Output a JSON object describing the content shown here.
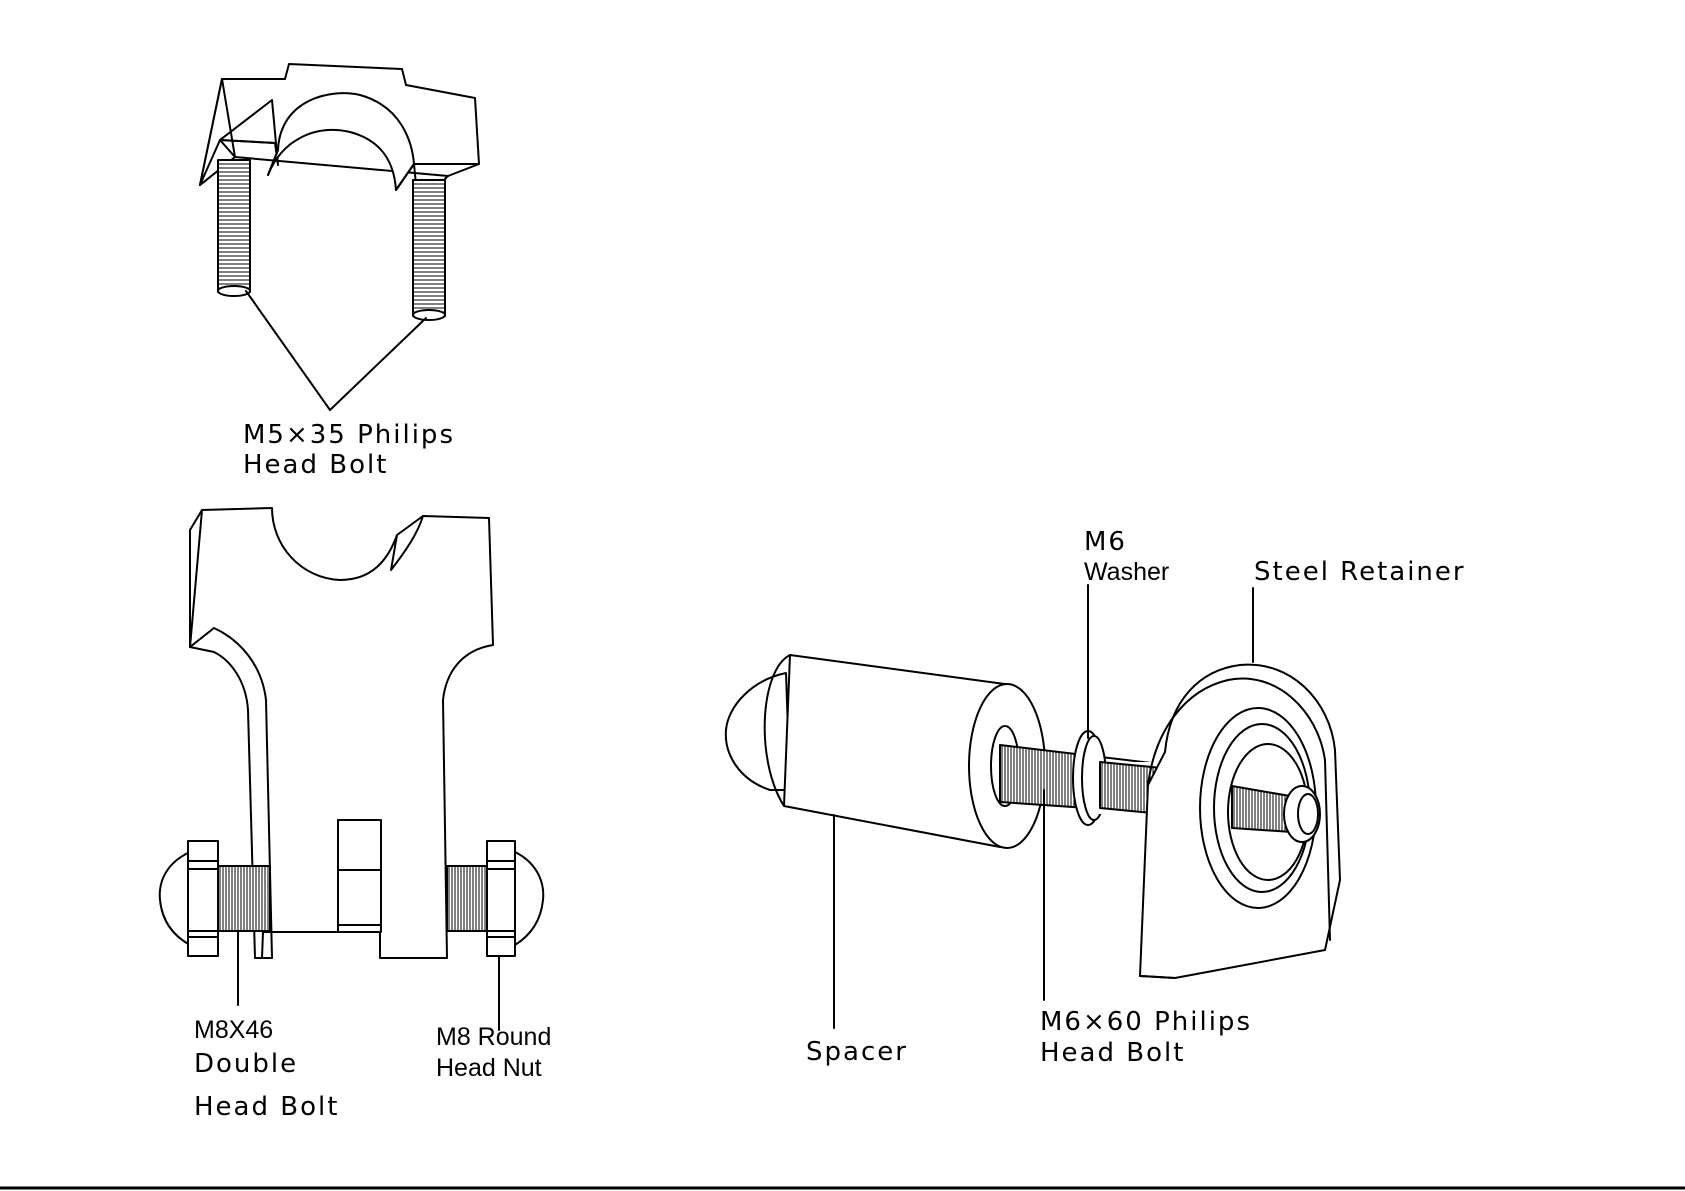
{
  "labels": {
    "clamp_bolt_line1": "M5×35 Philips",
    "clamp_bolt_line2": "Head Bolt",
    "double_bolt_line1": "M8X46",
    "double_bolt_line2": "Double",
    "double_bolt_line3": "Head Bolt",
    "round_nut_line1": "M8 Round",
    "round_nut_line2": "Head Nut",
    "spacer": "Spacer",
    "long_bolt_line1": "M6×60 Philips",
    "long_bolt_line2": "Head Bolt",
    "washer_line1": "M6",
    "washer_line2": "Washer",
    "retainer": "Steel Retainer"
  },
  "colors": {
    "line": "#000000",
    "background": "#ffffff"
  }
}
